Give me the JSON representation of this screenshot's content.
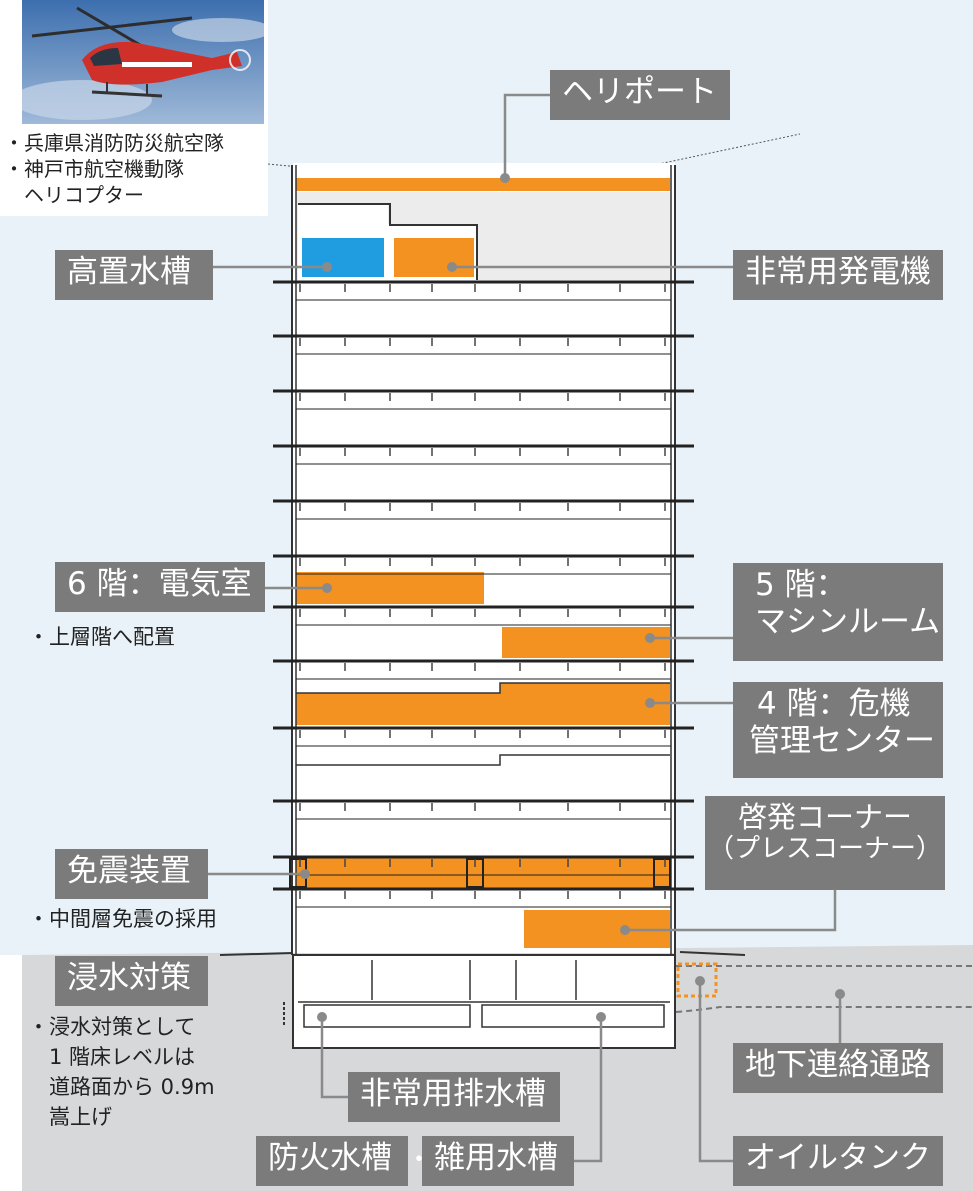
{
  "colors": {
    "accent_orange": "#f39221",
    "water_blue": "#1f9de0",
    "label_gray": "#7b7b7b",
    "sky_bg": "#e9f2f8",
    "ground_bg": "#d7d8da",
    "line_gray": "#8a8a8a"
  },
  "labels": {
    "heliport": "ヘリポート",
    "water_tank": "高置水槽",
    "generator": "非常用発電機",
    "electric_room": "6 階：電気室",
    "machine_room_1": "5 階：",
    "machine_room_2": "マシンルーム",
    "crisis_center_1": "4 階：危機",
    "crisis_center_2": "管理センター",
    "press_corner_1": "啓発コーナー",
    "press_corner_2": "（プレスコーナー）",
    "isolation": "免震装置",
    "flood": "浸水対策",
    "drain_tank": "非常用排水槽",
    "fire_water": "防火水槽",
    "dot_sep": "・",
    "misc_water": "雑用水槽",
    "tunnel": "地下連絡通路",
    "oil_tank": "オイルタンク"
  },
  "notes": {
    "heli_1": "・兵庫県消防防災航空隊",
    "heli_2": "・神戸市航空機動隊",
    "heli_3": "　ヘリコプター",
    "electric": "・上層階へ配置",
    "isolation": "・中間層免震の採用",
    "flood_1": "・浸水対策として",
    "flood_2": "　1 階床レベルは",
    "flood_3": "　道路面から 0.9m",
    "flood_4": "　嵩上げ"
  },
  "icons": {
    "helicopter": "helicopter-photo"
  }
}
